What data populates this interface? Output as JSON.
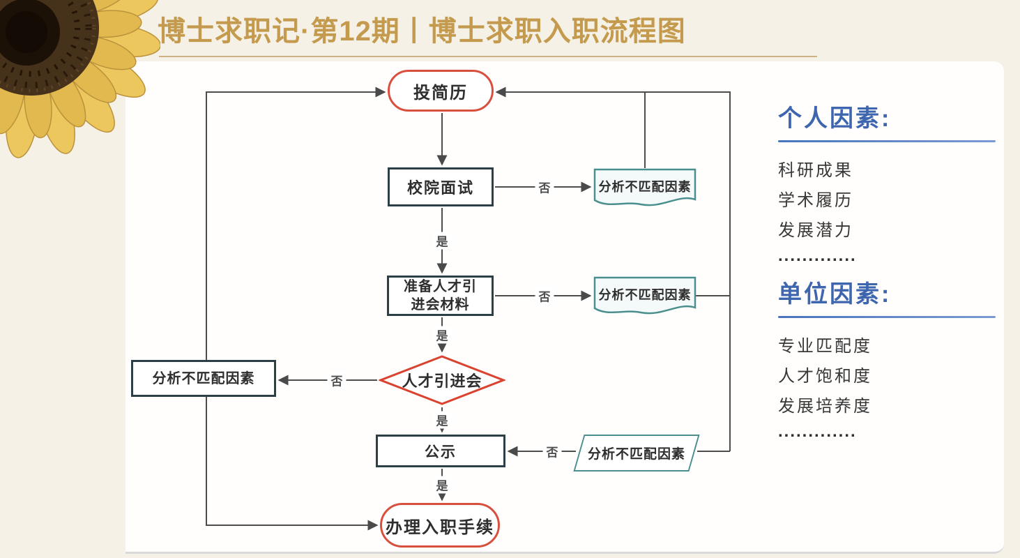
{
  "header": {
    "title": "博士求职记·第12期丨博士求职入职流程图"
  },
  "flowchart": {
    "nodes": [
      {
        "id": "submit-resume",
        "label": "投简历",
        "shape": "stadium"
      },
      {
        "id": "school-interview",
        "label": "校院面试",
        "shape": "rect"
      },
      {
        "id": "analyze-mismatch-doc-1",
        "label": "分析不匹配因素",
        "shape": "document"
      },
      {
        "id": "prepare-materials",
        "label": "准备人才引进会材料",
        "shape": "rect"
      },
      {
        "id": "analyze-mismatch-doc-2",
        "label": "分析不匹配因素",
        "shape": "document"
      },
      {
        "id": "talent-fair",
        "label": "人才引进会",
        "shape": "diamond"
      },
      {
        "id": "analyze-mismatch-left",
        "label": "分析不匹配因素",
        "shape": "rect"
      },
      {
        "id": "publicity",
        "label": "公示",
        "shape": "rect"
      },
      {
        "id": "analyze-mismatch-para",
        "label": "分析不匹配因素",
        "shape": "parallelogram"
      },
      {
        "id": "onboarding",
        "label": "办理入职手续",
        "shape": "stadium"
      }
    ],
    "edges": [
      {
        "from": "submit-resume",
        "to": "school-interview",
        "label": ""
      },
      {
        "from": "school-interview",
        "to": "analyze-mismatch-doc-1",
        "label": "否"
      },
      {
        "from": "school-interview",
        "to": "prepare-materials",
        "label": "是"
      },
      {
        "from": "prepare-materials",
        "to": "analyze-mismatch-doc-2",
        "label": "否"
      },
      {
        "from": "prepare-materials",
        "to": "talent-fair",
        "label": "是"
      },
      {
        "from": "talent-fair",
        "to": "analyze-mismatch-left",
        "label": "否"
      },
      {
        "from": "talent-fair",
        "to": "publicity",
        "label": "是"
      },
      {
        "from": "analyze-mismatch-para",
        "to": "publicity",
        "label": "否"
      },
      {
        "from": "publicity",
        "to": "onboarding",
        "label": "是"
      },
      {
        "from": "analyze-mismatch-left",
        "to": "submit-resume",
        "label": ""
      },
      {
        "from": "analyze-mismatch-left",
        "to": "onboarding",
        "label": ""
      },
      {
        "from": "analyze-mismatch-doc-1",
        "to": "submit-resume",
        "label": ""
      },
      {
        "from": "analyze-mismatch-doc-2",
        "to": "submit-resume",
        "label": ""
      },
      {
        "from": "analyze-mismatch-para",
        "to": "submit-resume",
        "label": ""
      }
    ]
  },
  "side_panel": {
    "sections": [
      {
        "title": "个人因素:",
        "items": [
          "科研成果",
          "学术履历",
          "发展潜力",
          "............."
        ]
      },
      {
        "title": "单位因素:",
        "items": [
          "专业匹配度",
          "人才饱和度",
          "发展培养度",
          "............."
        ]
      }
    ]
  },
  "colors": {
    "title_gold": "#c49b4e",
    "background_cream": "#f6f1e6",
    "terminal_border_red": "#d94f3d",
    "process_border_dark": "#2c3e46",
    "document_border_teal": "#4a8f8e",
    "heading_blue": "#3e66ae",
    "connector_gray": "#4d4d4d"
  }
}
